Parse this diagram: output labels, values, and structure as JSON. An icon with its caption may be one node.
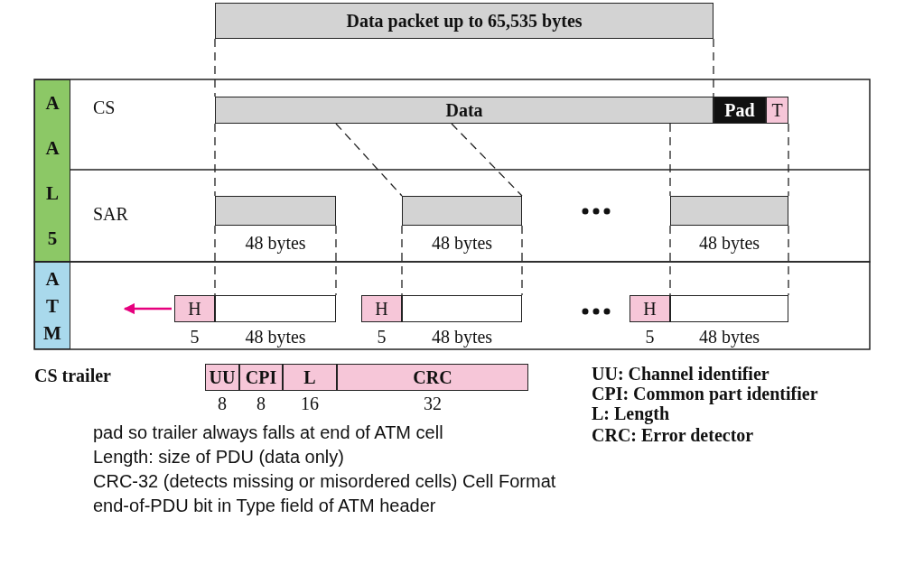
{
  "diagram": {
    "nodes": [
      {
        "text": [
          "A A L 5"
        ]
      },
      {
        "text": [
          "A T M"
        ]
      },
      {
        "text": [
          "Data packet up to 65,535 bytes"
        ]
      },
      {
        "text": [
          "Data"
        ]
      },
      {
        "text": [
          "Pad"
        ]
      },
      {
        "text": [
          "T"
        ]
      },
      {
        "text": [],
        "shape": "box",
        "beside": [
          "48 bytes"
        ]
      },
      {
        "text": [],
        "shape": "box",
        "beside": [
          "48 bytes"
        ]
      },
      {
        "text": [],
        "shape": "box",
        "beside": [
          "48 bytes"
        ]
      },
      {
        "text": [
          "H"
        ],
        "beside": [
          "5"
        ]
      },
      {
        "text": [],
        "shape": "box",
        "beside": [
          "48 bytes"
        ]
      },
      {
        "text": [
          "H"
        ],
        "beside": [
          "5"
        ]
      },
      {
        "text": [],
        "shape": "box",
        "beside": [
          "48 bytes"
        ]
      },
      {
        "text": [
          "H"
        ],
        "beside": [
          "5"
        ]
      },
      {
        "text": [],
        "shape": "box",
        "beside": [
          "48 bytes"
        ]
      },
      {
        "text": [
          "UU"
        ],
        "beside": [
          "8"
        ]
      },
      {
        "text": [
          "CPI"
        ],
        "beside": [
          "8"
        ]
      },
      {
        "text": [
          "L"
        ],
        "beside": [
          "16"
        ]
      },
      {
        "text": [
          "CRC"
        ],
        "beside": [
          "32"
        ]
      }
    ],
    "edges": [
      {
        "from": 9,
        "to": null,
        "arrow": "to",
        "color": "#e6007e"
      },
      {
        "from": 2,
        "to": 3,
        "arrow": "none",
        "style": "dashed"
      },
      {
        "from": 2,
        "to": 4,
        "arrow": "none",
        "style": "dashed"
      },
      {
        "from": 3,
        "to": 6,
        "arrow": "none",
        "style": "dashed"
      },
      {
        "from": 3,
        "to": 7,
        "arrow": "none",
        "style": "dashed"
      },
      {
        "from": 3,
        "to": 7,
        "arrow": "none",
        "style": "dashed"
      },
      {
        "from": 3,
        "to": 8,
        "arrow": "none",
        "style": "dashed"
      },
      {
        "from": 5,
        "to": 8,
        "arrow": "none",
        "style": "dashed"
      },
      {
        "from": 6,
        "to": 10,
        "arrow": "none",
        "style": "dashed"
      },
      {
        "from": 6,
        "to": 10,
        "arrow": "none",
        "style": "dashed"
      },
      {
        "from": 7,
        "to": 11,
        "arrow": "none",
        "style": "dashed"
      },
      {
        "from": 7,
        "to": 12,
        "arrow": "none",
        "style": "dashed"
      },
      {
        "from": 8,
        "to": 14,
        "arrow": "none",
        "style": "dashed"
      },
      {
        "from": 8,
        "to": 14,
        "arrow": "none",
        "style": "dashed"
      }
    ],
    "labels": [
      "CS",
      "SAR",
      "CS trailer",
      "UU: Channel identifier",
      "CPI: Common part identifier",
      "L: Length",
      "CRC: Error detector",
      "pad so trailer always falls at end of ATM cell",
      "Length: size of PDU (data only)",
      "CRC-32 (detects missing or misordered cells) Cell Format",
      "end-of-PDU bit in Type field of ATM header"
    ]
  }
}
